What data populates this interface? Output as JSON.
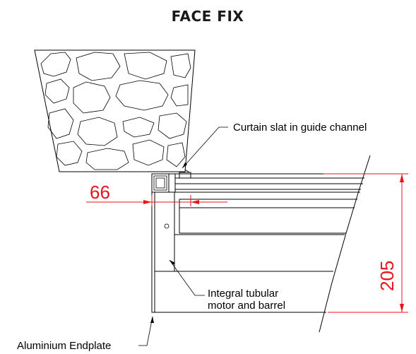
{
  "title": "FACE FIX",
  "callouts": {
    "curtain_slat": "Curtain slat in guide channel",
    "integral_motor_line1": "Integral tubular",
    "integral_motor_line2": "motor and barrel",
    "aluminium_endplate": "Aluminium Endplate"
  },
  "dimensions": {
    "horizontal": "66",
    "vertical": "205"
  },
  "colors": {
    "dimension": "#e8141a",
    "linework": "#000000"
  }
}
